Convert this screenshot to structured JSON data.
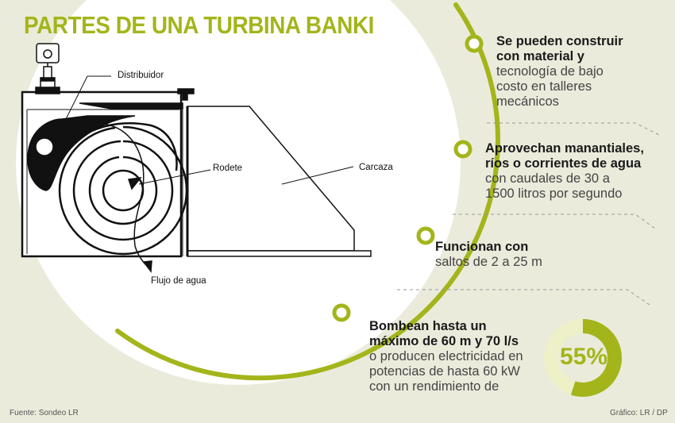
{
  "title": "PARTES DE UNA TURBINA BANKI",
  "labels": {
    "distribuidor": "Distribuidor",
    "rodete": "Rodete",
    "carcaza": "Carcaza",
    "flujo": "Flujo de agua"
  },
  "facts": [
    {
      "bold": [
        "Se pueden construir",
        "con material y"
      ],
      "light": [
        "tecnología de bajo",
        "costo en talleres",
        "mecánicos"
      ]
    },
    {
      "bold": [
        "Aprovechan manantiales,",
        "ríos o corrientes de agua"
      ],
      "light": [
        "con caudales de 30 a",
        "1500 litros por segundo"
      ]
    },
    {
      "bold": [
        "Funcionan con"
      ],
      "light": [
        "saltos de 2 a 25 m"
      ]
    },
    {
      "bold": [
        "Bombean hasta un",
        "máximo de 60 m y 70 l/s"
      ],
      "light": [
        "o producen electricidad en",
        "potencias de hasta 60 kW",
        "con un rendimiento de"
      ]
    }
  ],
  "efficiency": {
    "label": "55%",
    "value": 55
  },
  "footer": {
    "source": "Fuente:  Sondeo LR",
    "credit": "Gráfico: LR / DP"
  },
  "colors": {
    "accent": "#a3b51a",
    "accent_light": "#eef0c8",
    "background": "#ebebdc",
    "panel": "#ffffff"
  }
}
